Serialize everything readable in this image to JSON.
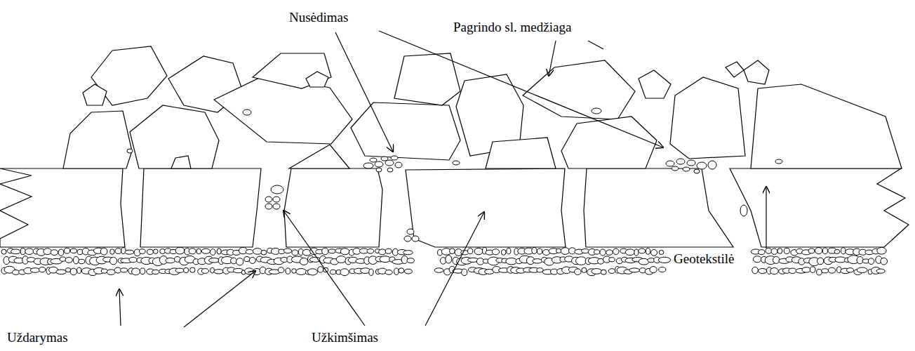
{
  "diagram": {
    "labels": [
      "Nusėdimas",
      "Pagrindo sl. medžiaga",
      "Geotekstilė",
      "Uždarymas",
      "Užkimšimas"
    ]
  }
}
